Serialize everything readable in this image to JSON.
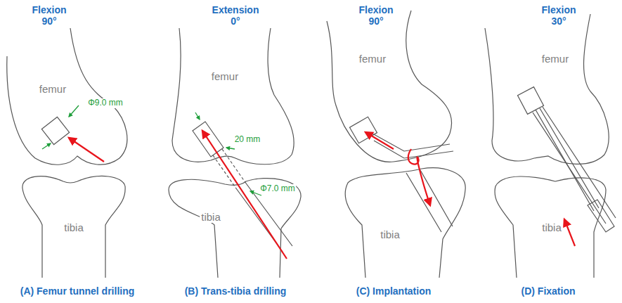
{
  "diagram": {
    "labels": [
      "Flexion 90°",
      "femur",
      "Φ9.0 mm",
      "tibia",
      "(A) Femur tunnel drilling",
      "Extension 0°",
      "femur",
      "20 mm",
      "Φ7.0 mm",
      "tibia",
      "(B) Trans-tibia drilling",
      "Flexion 90°",
      "femur",
      "tibia",
      "(C) Implantation",
      "Flexion 30°",
      "femur",
      "tibia",
      "(D) Fixation"
    ]
  }
}
